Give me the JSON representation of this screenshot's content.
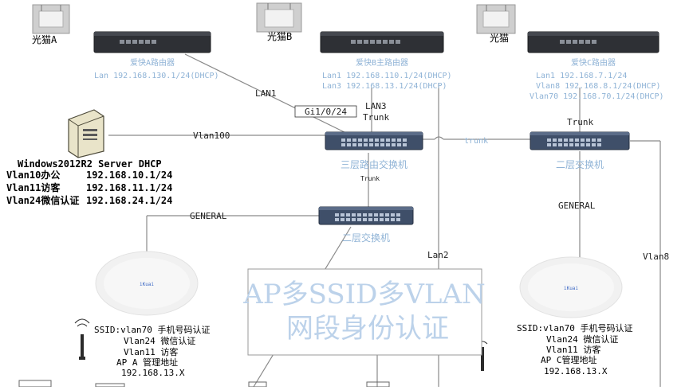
{
  "colors": {
    "line": "#8a8a8a",
    "blue_label": "#8fb3d6",
    "router_body": "#2e3035",
    "switch_body": "#3f4f69",
    "ap_body": "#eeeeee",
    "ap_logo": "#3a67c4",
    "watermark": "#bcd2ea"
  },
  "modems": [
    {
      "label": "光猫A"
    },
    {
      "label": "光猫B"
    },
    {
      "label": "光猫"
    }
  ],
  "routers": [
    {
      "name": "爱快A路由器",
      "lines": [
        "Lan 192.168.130.1/24(DHCP)"
      ]
    },
    {
      "name": "爱快B主路由器",
      "lines": [
        "Lan1 192.168.110.1/24(DHCP)",
        "Lan3 192.168.13.1/24(DHCP)"
      ]
    },
    {
      "name": "爱快C路由器",
      "lines": [
        "Lan1 192.168.7.1/24",
        "Vlan8 192.168.8.1/24(DHCP)",
        "Vlan70 192.168.70.1/24(DHCP)"
      ]
    }
  ],
  "server": {
    "title": "Windows2012R2 Server DHCP",
    "rows": [
      {
        "name": "Vlan10办公",
        "ip": "192.168.10.1/24"
      },
      {
        "name": "Vlan11访客",
        "ip": "192.168.11.1/24"
      },
      {
        "name": "Vlan24微信认证",
        "ip": "192.168.24.1/24"
      }
    ]
  },
  "switches": {
    "l3": "三层路由交换机",
    "l2_left": "二层交换机",
    "l2_right": "二层交换机"
  },
  "links": {
    "lan1": "LAN1",
    "gi": "Gi1/0/24",
    "lan3": "LAN3",
    "trunk_b": "Trunk",
    "trunk_c": "Trunk",
    "vlan100": "Vlan100",
    "trunk_mid": "trunk",
    "trunk_small": "Trunk",
    "general_left": "GENERAL",
    "general_right": "GENERAL",
    "lan2": "Lan2",
    "vlan8": "Vlan8"
  },
  "ap_left": {
    "logo": "iKuai",
    "lines": [
      "SSID:vlan70 手机号码认证",
      "Vlan24 微信认证",
      "Vlan11 访客",
      "AP A 管理地址",
      "192.168.13.X"
    ]
  },
  "ap_right": {
    "logo": "iKuai",
    "lines": [
      "SSID:vlan70 手机号码认证",
      "Vlan24 微信认证",
      "Vlan11 访客",
      "AP C管理地址",
      "192.168.13.X"
    ]
  },
  "watermark": {
    "line1": "AP多SSID多VLAN",
    "line2": "网段身份认证"
  }
}
